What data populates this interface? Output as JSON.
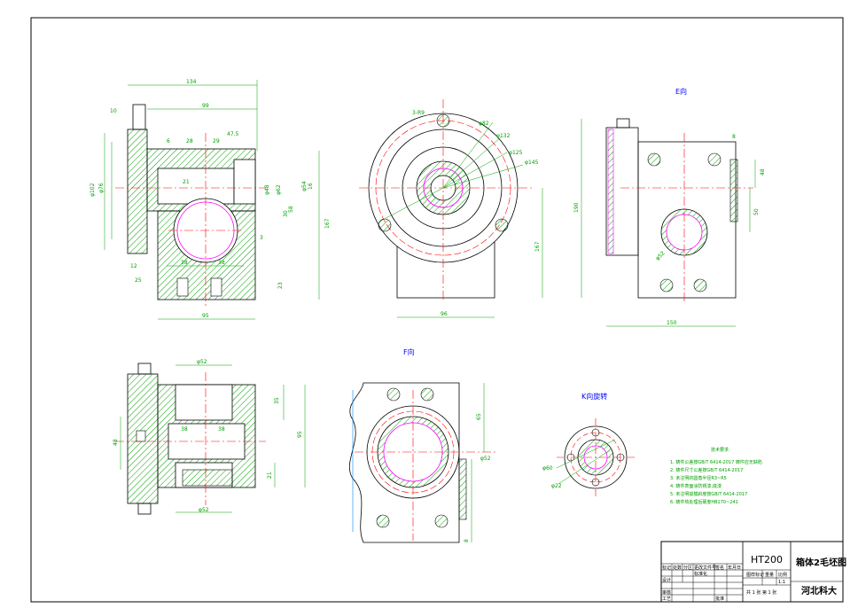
{
  "views": {
    "e_view_label": "E向",
    "f_view_label": "F向",
    "k_view_label": "K向旋转"
  },
  "dimensions": {
    "d134": "134",
    "d10": "10",
    "d99": "99",
    "d47_5": "47.5",
    "d6": "6",
    "d28": "28",
    "d29": "29",
    "dphi102": "φ102",
    "dphi76": "φ76",
    "d21": "21",
    "dphi48": "φ48",
    "dphi62": "φ62",
    "dphi54": "φ54",
    "d16": "16",
    "d30": "30",
    "d58": "58",
    "d3": "3",
    "d167": "167",
    "d12": "12",
    "d25": "25",
    "d38a": "38",
    "d38b": "38",
    "d23": "23",
    "d95": "95",
    "d3_r9": "3-R9",
    "dphi82": "φ82",
    "dphi132": "φ132",
    "dphi125": "φ125",
    "dphi145": "φ145",
    "d167b": "167",
    "d96": "96",
    "d190": "190",
    "d8": "8",
    "d48": "48",
    "d50": "50",
    "dphi52a": "φ52",
    "d150": "150",
    "dphi52b": "φ52",
    "d35": "35",
    "d38c": "38",
    "d38d": "38",
    "d48b": "48",
    "d95b": "95",
    "d21b": "21",
    "dphi52c": "φ52",
    "d65": "65",
    "dphi52d": "φ52",
    "d8b": "8",
    "dphi60": "φ60",
    "dphi22": "φ22"
  },
  "notes": {
    "title": "技术要求",
    "items": [
      "1. 铸件公差按GB/T 6414-2017 铸件应无缺陷",
      "2. 铸件尺寸公差按GB/T 6414-2017",
      "3. 未注明的圆角半径R3~R5",
      "4. 铸件表面涂防锈漆,底漆",
      "5. 未注明拔模斜度按GB/T 6414-2017",
      "6. 铸件热处理后硬度HB170~241"
    ]
  },
  "title_block": {
    "material": "HT200",
    "drawing_name": "箱体2毛坯图",
    "organization": "河北科大",
    "sheet_info": "共 1 张 第 1 张",
    "scale_label": "比例",
    "scale_value": "1:1",
    "weight_label": "重量",
    "mark_label": "图样标记",
    "row_labels": [
      "标记",
      "设计",
      "审核",
      "工艺"
    ],
    "col_labels": [
      "处数",
      "分区",
      "更改文件号",
      "签名",
      "年月日"
    ],
    "std_label": "标准化",
    "approve_label": "批准"
  },
  "colors": {
    "outline": "#000000",
    "dimension": "#00a000",
    "centerline": "#ff0000",
    "hatch": "#00a000",
    "hidden": "#ff00ff",
    "label": "#0000ff"
  }
}
